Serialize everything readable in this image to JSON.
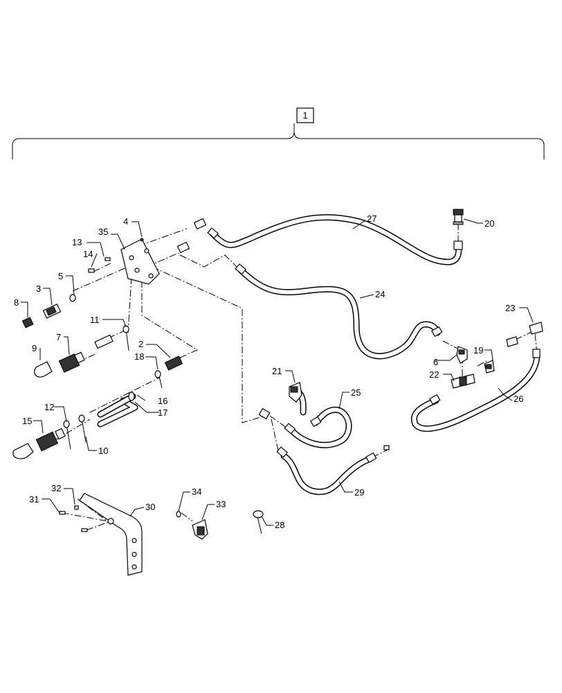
{
  "assembly": {
    "number": "1"
  },
  "callouts": [
    {
      "id": "2",
      "label": "2"
    },
    {
      "id": "3",
      "label": "3"
    },
    {
      "id": "4",
      "label": "4"
    },
    {
      "id": "5",
      "label": "5"
    },
    {
      "id": "6",
      "label": "6"
    },
    {
      "id": "7",
      "label": "7"
    },
    {
      "id": "8",
      "label": "8"
    },
    {
      "id": "9",
      "label": "9"
    },
    {
      "id": "10",
      "label": "10"
    },
    {
      "id": "11",
      "label": "11"
    },
    {
      "id": "12",
      "label": "12"
    },
    {
      "id": "13",
      "label": "13"
    },
    {
      "id": "14",
      "label": "14"
    },
    {
      "id": "15",
      "label": "15"
    },
    {
      "id": "16",
      "label": "16"
    },
    {
      "id": "17",
      "label": "17"
    },
    {
      "id": "18",
      "label": "18"
    },
    {
      "id": "19",
      "label": "19"
    },
    {
      "id": "20",
      "label": "20"
    },
    {
      "id": "21",
      "label": "21"
    },
    {
      "id": "22",
      "label": "22"
    },
    {
      "id": "23",
      "label": "23"
    },
    {
      "id": "24",
      "label": "24"
    },
    {
      "id": "25",
      "label": "25"
    },
    {
      "id": "26",
      "label": "26"
    },
    {
      "id": "27",
      "label": "27"
    },
    {
      "id": "28",
      "label": "28"
    },
    {
      "id": "29",
      "label": "29"
    },
    {
      "id": "30",
      "label": "30"
    },
    {
      "id": "31",
      "label": "31"
    },
    {
      "id": "32",
      "label": "32"
    },
    {
      "id": "33",
      "label": "33"
    },
    {
      "id": "34",
      "label": "34"
    },
    {
      "id": "35",
      "label": "35"
    }
  ]
}
